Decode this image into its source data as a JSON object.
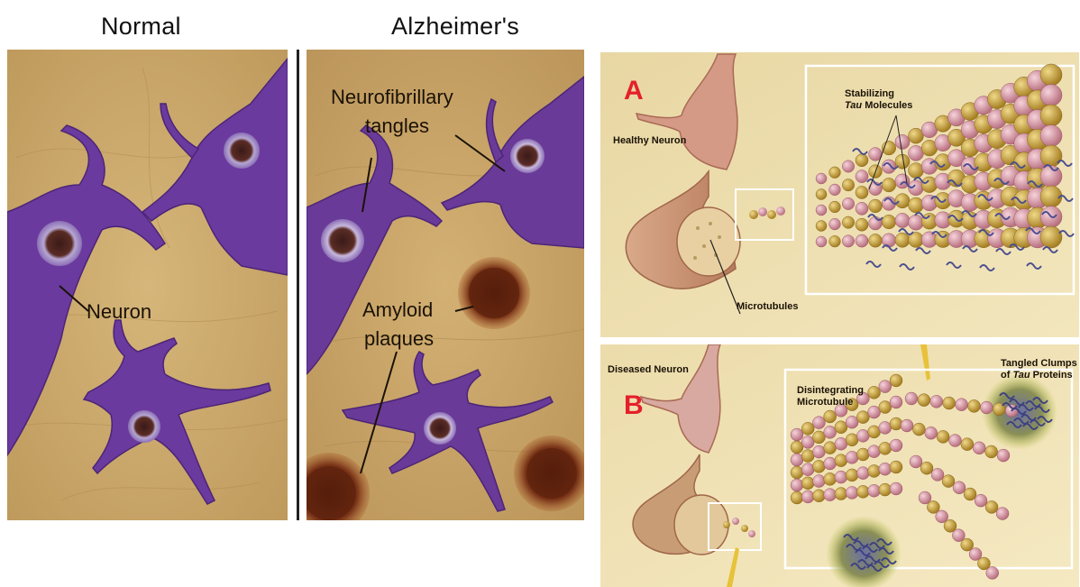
{
  "left_figure": {
    "normal_title": "Normal",
    "alzheimers_title": "Alzheimer's",
    "labels": {
      "neuron": "Neuron",
      "neurofibrillary": "Neurofibrillary",
      "tangles": "tangles",
      "amyloid": "Amyloid",
      "plaques": "plaques"
    }
  },
  "right_figure": {
    "panel_a": {
      "letter": "A",
      "healthy_neuron": "Healthy Neuron",
      "stabilizing": "Stabilizing",
      "tau": "Tau",
      "molecules": " Molecules",
      "microtubules": "Microtubules"
    },
    "panel_b": {
      "letter": "B",
      "diseased_neuron": "Diseased Neuron",
      "disintegrating": "Disintegrating",
      "microtubule": "Microtubule",
      "tangled_clumps": "Tangled Clumps",
      "of": "of ",
      "tau": "Tau",
      "proteins": " Proteins"
    }
  },
  "colors": {
    "tissue": "#c9a668",
    "neuron": "#6e3aa0",
    "plaque": "#6b2a14",
    "label_red": "#e4202a",
    "bead_pink": "#d99aa8",
    "bead_gold": "#c9a13c"
  }
}
